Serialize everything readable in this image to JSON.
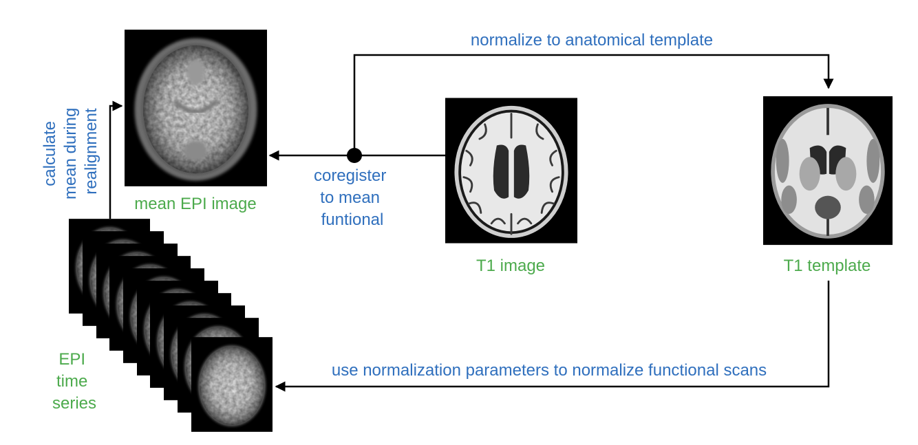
{
  "labels": {
    "normalize_step": "normalize to anatomical template",
    "calculate_mean_lines": [
      "calculate",
      "mean during",
      "realignment"
    ],
    "coregister_lines": [
      "coregister",
      "to mean",
      "funtional"
    ],
    "mean_epi": "mean EPI image",
    "t1_image": "T1 image",
    "t1_template": "T1 template",
    "epi_series_lines": [
      "EPI",
      "time",
      "series"
    ],
    "apply_step": "use normalization parameters to normalize functional scans"
  },
  "colors": {
    "step_text": "#2f6fbd",
    "image_text": "#4caa4c",
    "arrow": "#000000"
  }
}
